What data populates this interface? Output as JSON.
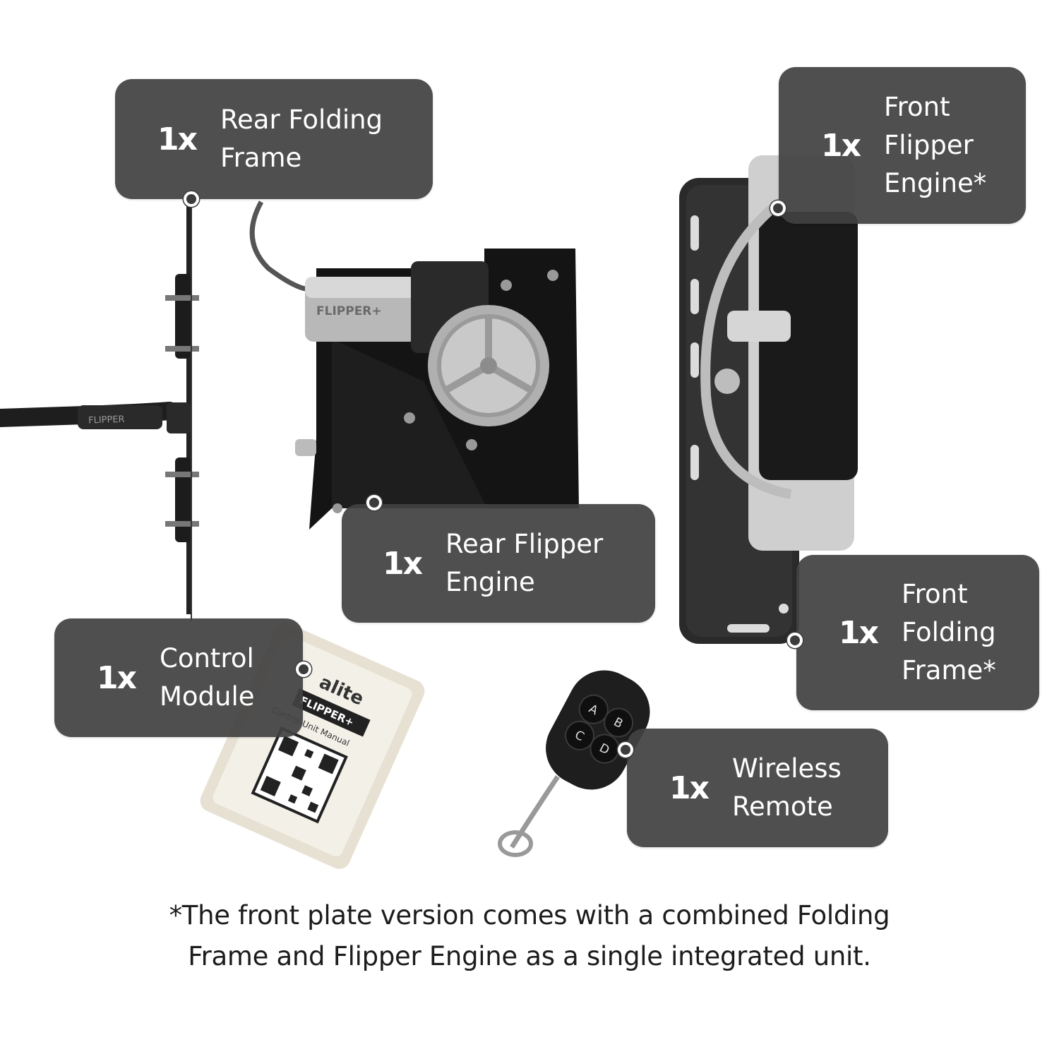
{
  "components": [
    {
      "id": "rear-folding-frame",
      "qty": "1x",
      "name": "Rear Folding\nFrame"
    },
    {
      "id": "front-flipper-engine",
      "qty": "1x",
      "name": "Front\nFlipper\nEngine*"
    },
    {
      "id": "rear-flipper-engine",
      "qty": "1x",
      "name": "Rear Flipper\nEngine"
    },
    {
      "id": "control-module",
      "qty": "1x",
      "name": "Control\nModule"
    },
    {
      "id": "front-folding-frame",
      "qty": "1x",
      "name": "Front\nFolding\nFrame*"
    },
    {
      "id": "wireless-remote",
      "qty": "1x",
      "name": "Wireless\nRemote"
    }
  ],
  "product_markings": {
    "engine_brand": "FLIPPER+",
    "cable_text": "FLIPPER",
    "module_brand": "alite",
    "module_product": "FLIPPER+",
    "module_manual": "Control Unit Manual",
    "remote_buttons": [
      "A",
      "B",
      "C",
      "D"
    ]
  },
  "footnote": "*The front plate version comes with a combined Folding\nFrame and Flipper Engine as a single integrated unit.",
  "colors": {
    "label_bg": "#424242",
    "label_text": "#ffffff",
    "footnote_text": "#1c1c1c"
  }
}
